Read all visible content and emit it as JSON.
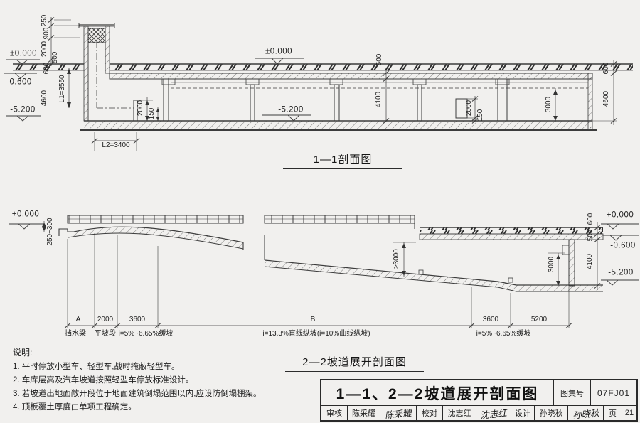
{
  "s1": {
    "caption": "1—1剖面图",
    "elev_left_top": "±0.000",
    "elev_left_mid": "-0.600",
    "elev_left_bot": "-5.200",
    "elev_mid_top": "±0.000",
    "elev_mid_bot": "-5.200",
    "dim_250": "250",
    "dim_900": "900",
    "dim_2000": "2000",
    "dim_500": "500",
    "dim_600_l": "600",
    "dim_4600_l": "4600",
    "dim_L1": "L1=3550",
    "dim_L2": "L2=3400",
    "dim_pit_2000": "2000",
    "dim_pit_150": "150",
    "dim_slab_500": "500",
    "dim_clear_4100": "4100",
    "dim_door_2000": "2000",
    "dim_door_150": "150",
    "dim_3000": "3000",
    "dim_600_r": "600",
    "dim_4600_r": "4600"
  },
  "s2": {
    "caption": "2—2坡道展开剖面图",
    "elev_left": "+0.000",
    "elev_right_top": "+0.000",
    "elev_right_mid": "-0.600",
    "elev_right_bot": "-5.200",
    "dim_curb": "250~300",
    "dim_clear": "≥3000",
    "dim_600": "600",
    "dim_500": "500",
    "dim_4100": "4100",
    "dim_3000": "3000",
    "seg_A": "A",
    "seg_2000": "2000",
    "seg_3600a": "3600",
    "seg_B": "B",
    "seg_3600b": "3600",
    "seg_5200": "5200",
    "lbl_curb": "挡水梁",
    "lbl_flat": "平坡段",
    "lbl_slope_l": "i=5%~6.65%缓坡",
    "lbl_slope_m": "i=13.3%直线纵坡(i=10%曲线纵坡)",
    "lbl_slope_r": "i=5%~6.65%缓坡"
  },
  "notes": {
    "title": "说明:",
    "items": [
      "1. 平时停放小型车、轻型车,战时掩蔽轻型车。",
      "2. 车库层高及汽车坡道按照轻型车停放标准设计。",
      "3. 若坡道出地面敞开段位于地面建筑倒塌范围以内,应设防倒塌棚架。",
      "4. 顶板覆土厚度由单项工程确定。"
    ]
  },
  "tb": {
    "title": "1—1、2—2坡道展开剖面图",
    "atlas_label": "图集号",
    "atlas_no": "07FJ01",
    "page_label": "页",
    "page_no": "21",
    "r1_label": "审核",
    "r1_name": "陈采耀",
    "r1_sig": "陈采耀",
    "r2_label": "校对",
    "r2_name": "沈志红",
    "r2_sig": "沈志红",
    "r3_label": "设计",
    "r3_name": "孙晓秋",
    "r3_sig": "孙晓秋"
  }
}
